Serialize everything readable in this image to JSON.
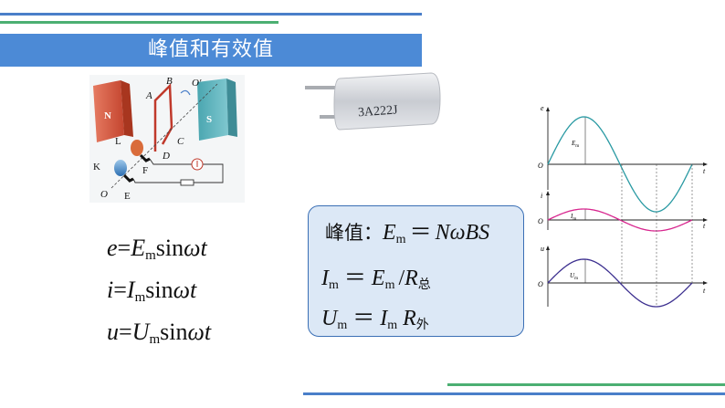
{
  "slide": {
    "title": "峰值和有效值"
  },
  "generator_figure": {
    "magnet_n": "N",
    "magnet_s": "S",
    "labels": {
      "A": "A",
      "B": "B",
      "C": "C",
      "D": "D",
      "O_prime": "O′",
      "L": "L",
      "K": "K",
      "F": "F",
      "O": "O",
      "E": "E"
    }
  },
  "component_photo": {
    "marking": "3A222J"
  },
  "formulas": {
    "e": {
      "lhs": "e",
      "eq": "=",
      "amp": "E",
      "sub": "m",
      "fn": "sin",
      "arg": "ωt"
    },
    "i": {
      "lhs": "i",
      "eq": "=",
      "amp": "I",
      "sub": "m",
      "fn": "sin",
      "arg": "ωt"
    },
    "u": {
      "lhs": "u",
      "eq": "=",
      "amp": "U",
      "sub": "m",
      "fn": "sin",
      "arg": "ωt"
    }
  },
  "peak_box": {
    "line1_label": "峰值：",
    "line1_var": "E",
    "line1_sub": "m",
    "line1_eq": "＝",
    "line1_rhs": "NωBS",
    "line2_var": "I",
    "line2_sub": "m",
    "line2_eq": "＝",
    "line2_e": "E",
    "line2_e_sub": "m",
    "line2_slash": "/",
    "line2_r": "R",
    "line2_r_sub": "总",
    "line3_var": "U",
    "line3_sub": "m",
    "line3_eq": "＝",
    "line3_i": "I",
    "line3_i_sub": "m",
    "line3_r": "R",
    "line3_r_sub": "外"
  },
  "graphs": {
    "axis_t": "t",
    "origin": "O",
    "colors": {
      "e": "#2a9aa3",
      "i": "#d8278f",
      "u": "#3c2f8f"
    },
    "panels": [
      {
        "axis_label": "e",
        "amp_label": "E",
        "amp_sub": "m"
      },
      {
        "axis_label": "i",
        "amp_label": "I",
        "amp_sub": "m"
      },
      {
        "axis_label": "u",
        "amp_label": "U",
        "amp_sub": "m"
      }
    ]
  }
}
